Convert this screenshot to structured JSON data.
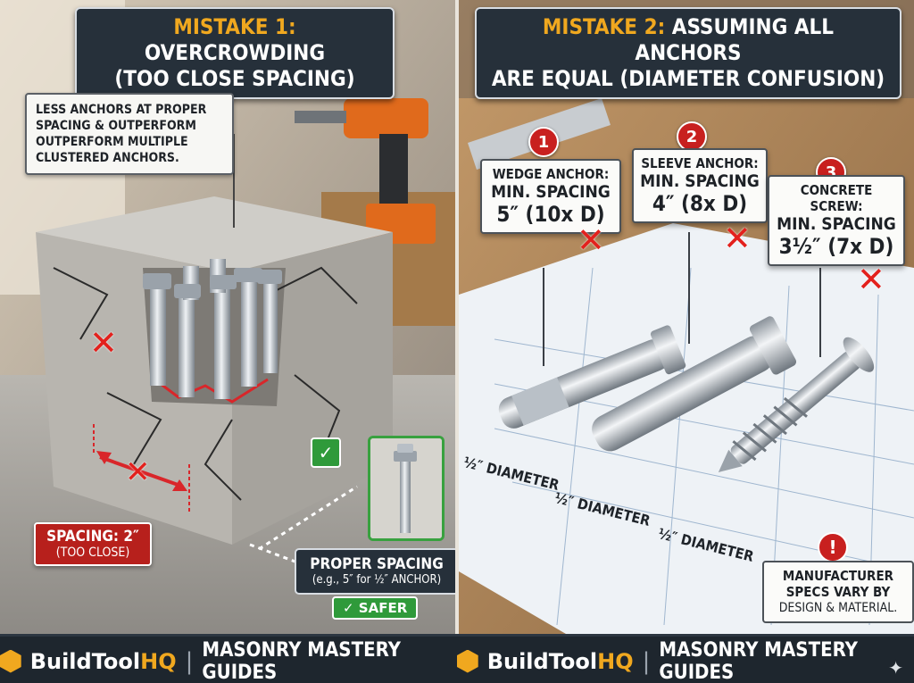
{
  "left_panel": {
    "title_accent": "MISTAKE 1:",
    "title_rest": "OVERCROWDING",
    "title_line2": "(TOO CLOSE SPACING)",
    "note": "LESS ANCHORS AT PROPER SPACING & OUTPERFORM OUTPERFORM MULTIPLE CLUSTERED ANCHORS.",
    "spacing_tag": {
      "line1": "SPACING: 2″",
      "line2": "(TOO CLOSE)"
    },
    "proper": {
      "line1": "PROPER SPACING",
      "line2": "(e.g., 5″ for ½″ ANCHOR)"
    },
    "safer": "✓ SAFER",
    "check": "✓",
    "x_mark": "✕"
  },
  "right_panel": {
    "title_accent": "MISTAKE 2:",
    "title_rest": "ASSUMING ALL ANCHORS",
    "title_line2": "ARE EQUAL (DIAMETER CONFUSION)",
    "cards": [
      {
        "number": "1",
        "type": "WEDGE ANCHOR:",
        "spacing_label": "MIN. SPACING",
        "value": "5″ (10x D)"
      },
      {
        "number": "2",
        "type": "SLEEVE ANCHOR:",
        "spacing_label": "MIN. SPACING",
        "value": "4″ (8x D)"
      },
      {
        "number": "3",
        "type": "CONCRETE SCREW:",
        "spacing_label": "MIN. SPACING",
        "value": "3½″ (7x D)"
      }
    ],
    "diameter_labels": [
      "½″ DIAMETER",
      "½″ DIAMETER",
      "½″ DIAMETER"
    ],
    "manufacturer_note": {
      "line1": "MANUFACTURER SPECS VARY BY",
      "line2": "DESIGN & MATERIAL."
    },
    "alert": "!",
    "x_mark": "✕"
  },
  "footer": {
    "brand_main": "BuildTool",
    "brand_hq": "HQ",
    "separator": "|",
    "guide": "MASONRY MASTERY GUIDES"
  },
  "colors": {
    "accent": "#f0a81f",
    "danger": "#c8201f",
    "success": "#2f9a3a",
    "dark": "#26303a"
  }
}
